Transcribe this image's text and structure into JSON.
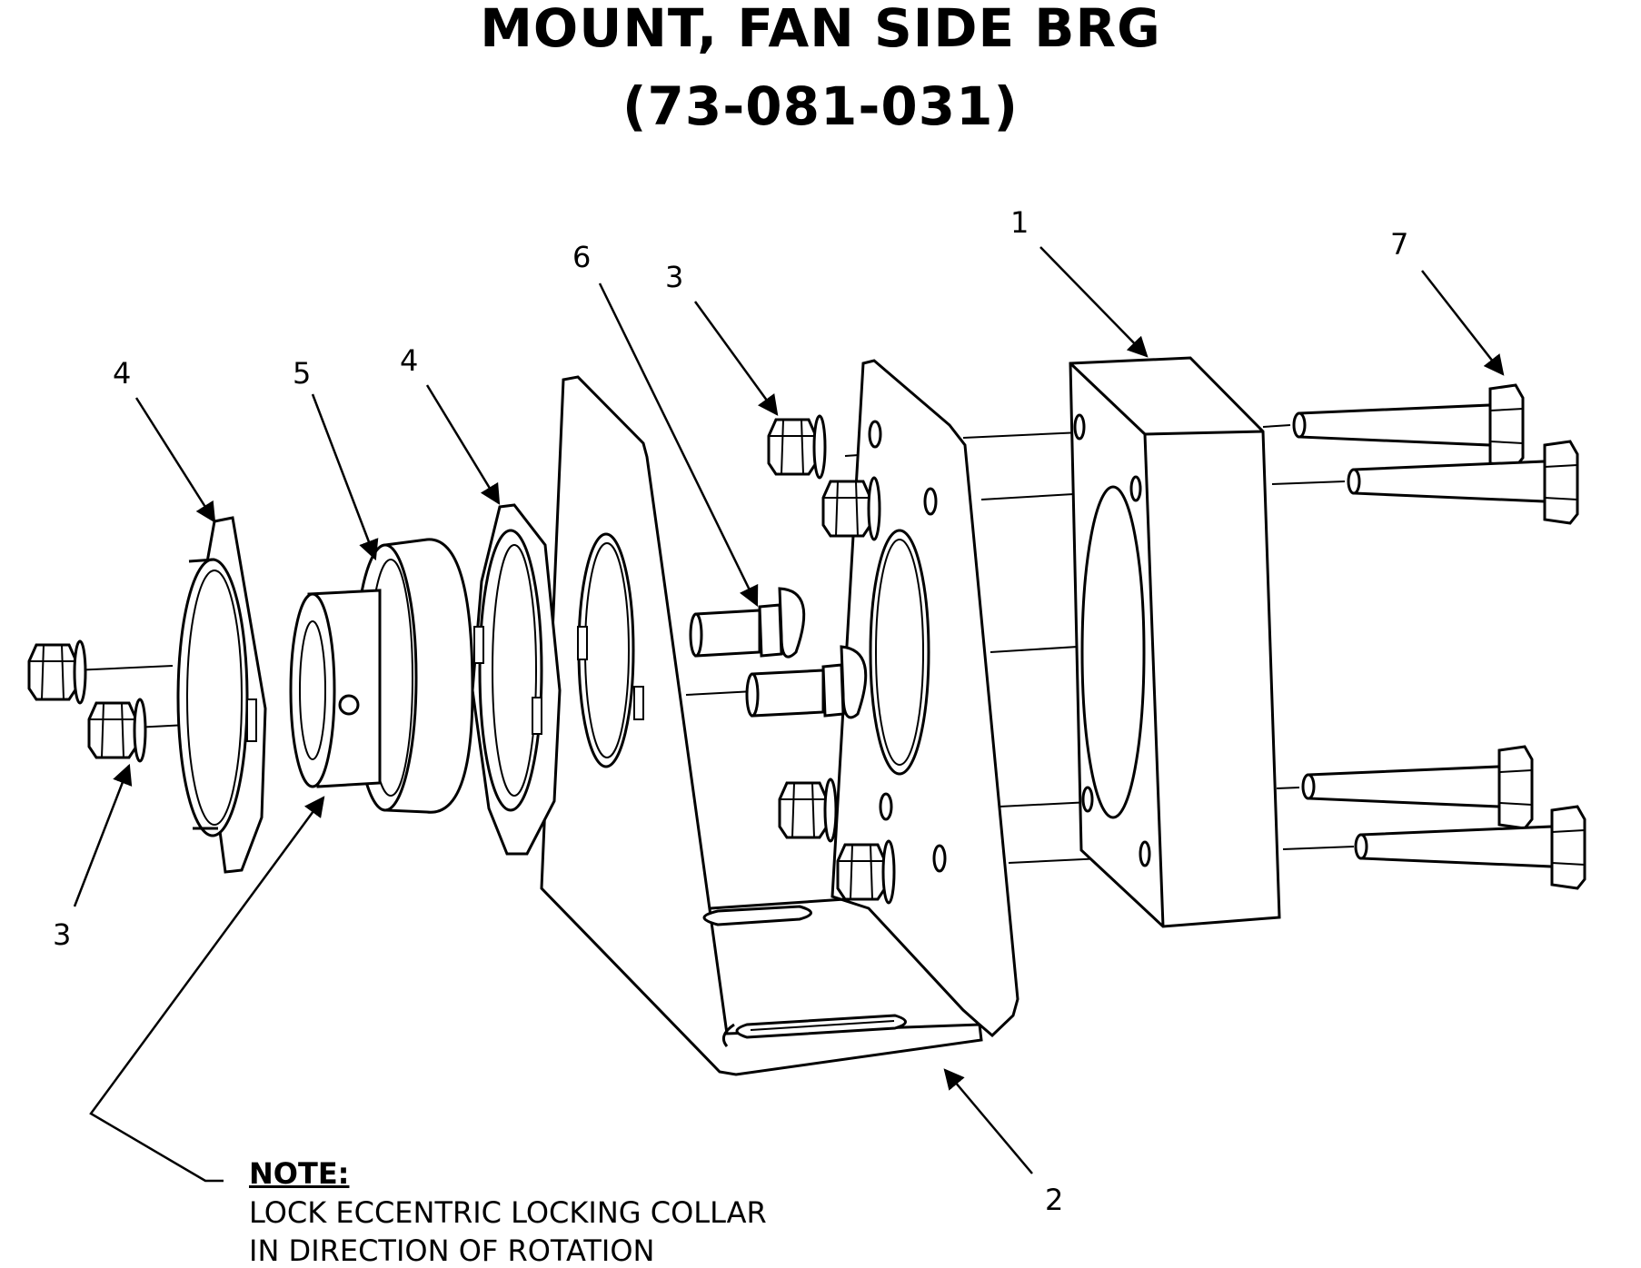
{
  "title": {
    "line1": "MOUNT, FAN SIDE  BRG",
    "line2": "(73-081-031)"
  },
  "callouts": {
    "c1": "1",
    "c2": "2",
    "c3a": "3",
    "c3b": "3",
    "c4a": "4",
    "c4b": "4",
    "c5": "5",
    "c6": "6",
    "c7": "7"
  },
  "note": {
    "heading": "NOTE:",
    "line1": "LOCK ECCENTRIC LOCKING COLLAR",
    "line2": "IN DIRECTION OF ROTATION"
  }
}
